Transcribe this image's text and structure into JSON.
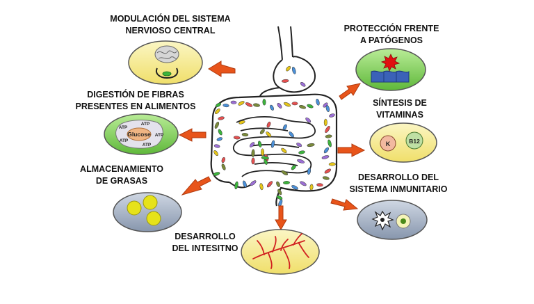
{
  "labels": {
    "nervous": [
      "MODULACIÓN DEL SISTEMA",
      "NERVIOSO CENTRAL"
    ],
    "fibers": [
      "DIGESTIÓN DE FIBRAS",
      "PRESENTES EN ALIMENTOS"
    ],
    "fat": [
      "ALMACENAMIENTO",
      "DE GRASAS"
    ],
    "intestine": [
      "DESARROLLO",
      "DEL INTESITNO"
    ],
    "pathogens": [
      "PROTECCIÓN FRENTE",
      "A PATÓGENOS"
    ],
    "vitamins": [
      "SÍNTESIS DE",
      "VITAMINAS"
    ],
    "immune": [
      "DESARROLLO DEL",
      "SISTEMA INMUNITARIO"
    ]
  },
  "icon_text": {
    "atp": "ATP",
    "glucose": "Glucose",
    "vitamin_k": "K",
    "vitamin_b12": "B12"
  },
  "colors": {
    "arrow": "#e8541a",
    "arrow_stroke": "#b03a0e",
    "ellipse_yellow": "#f4e98a",
    "ellipse_green": "#7fcf5a",
    "ellipse_grey": "#9aa9bf",
    "bacteria": [
      "#3cb43c",
      "#4a90d9",
      "#9c6fd6",
      "#e6c619",
      "#e65050",
      "#7a8a3a"
    ]
  }
}
